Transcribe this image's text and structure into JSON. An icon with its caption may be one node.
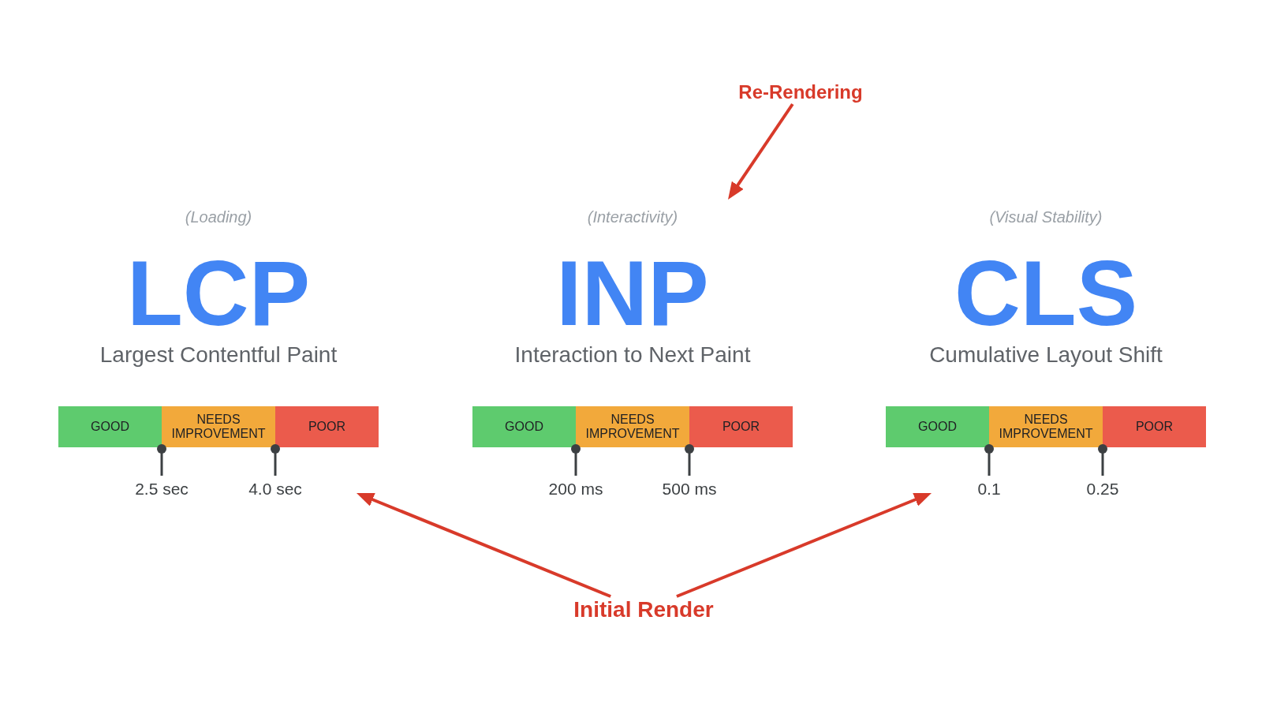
{
  "diagram": {
    "nodes": [
      {
        "text": [
          "Re-Rendering"
        ]
      },
      {
        "text": [
          "GOOD"
        ]
      },
      {
        "text": [
          "NEEDS IMPROVEMENT"
        ]
      },
      {
        "text": [
          "POOR"
        ]
      },
      {
        "text": [
          "GOOD"
        ]
      },
      {
        "text": [
          "NEEDS IMPROVEMENT"
        ]
      },
      {
        "text": [
          "POOR"
        ]
      },
      {
        "text": [
          "GOOD"
        ]
      },
      {
        "text": [
          "NEEDS IMPROVEMENT"
        ]
      },
      {
        "text": [
          "POOR"
        ]
      },
      {
        "text": [
          "Initial Render"
        ]
      }
    ],
    "edges": [
      {
        "from": 0,
        "to": null,
        "arrow": "to"
      },
      {
        "from": 10,
        "to": null,
        "arrow": "to"
      },
      {
        "from": 10,
        "to": null,
        "arrow": "to"
      }
    ],
    "labels": [
      "(Loading)",
      "LCP",
      "Largest Contentful Paint",
      "2.5 sec",
      "4.0 sec",
      "(Interactivity)",
      "INP",
      "Interaction to Next Paint",
      "200 ms",
      "500 ms",
      "(Visual Stability)",
      "CLS",
      "Cumulative Layout Shift",
      "0.1",
      "0.25"
    ]
  }
}
